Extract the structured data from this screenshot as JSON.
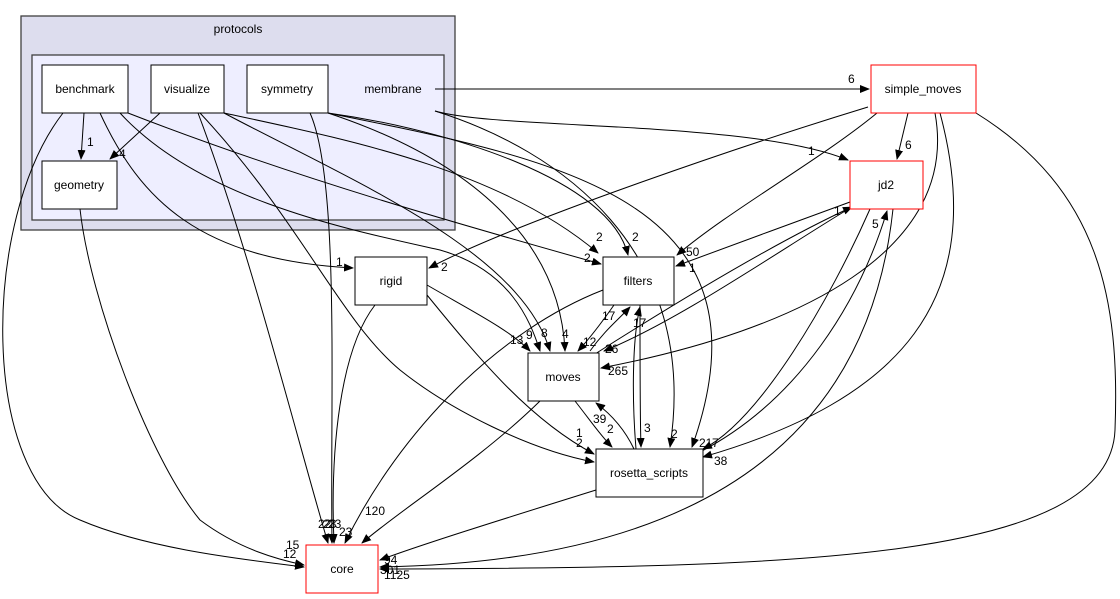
{
  "diagram": {
    "type": "directory-dependency-graph",
    "clusters": [
      {
        "id": "protocols",
        "label": "protocols"
      },
      {
        "id": "membrane",
        "label": "membrane"
      }
    ],
    "nodes": [
      {
        "id": "benchmark",
        "label": "benchmark",
        "highlight": false
      },
      {
        "id": "visualize",
        "label": "visualize",
        "highlight": false
      },
      {
        "id": "symmetry",
        "label": "symmetry",
        "highlight": false
      },
      {
        "id": "geometry",
        "label": "geometry",
        "highlight": false
      },
      {
        "id": "simple_moves",
        "label": "simple_moves",
        "highlight": true
      },
      {
        "id": "jd2",
        "label": "jd2",
        "highlight": true
      },
      {
        "id": "rigid",
        "label": "rigid",
        "highlight": false
      },
      {
        "id": "filters",
        "label": "filters",
        "highlight": false
      },
      {
        "id": "moves",
        "label": "moves",
        "highlight": false
      },
      {
        "id": "rosetta_scripts",
        "label": "rosetta_scripts",
        "highlight": false
      },
      {
        "id": "core",
        "label": "core",
        "highlight": true
      }
    ],
    "edges": [
      {
        "from": "membrane",
        "to": "simple_moves",
        "label": "6"
      },
      {
        "from": "benchmark",
        "to": "geometry",
        "label": "1"
      },
      {
        "from": "visualize",
        "to": "geometry",
        "label": "4"
      },
      {
        "from": "simple_moves",
        "to": "jd2",
        "label": "6"
      },
      {
        "from": "membrane",
        "to": "jd2",
        "label": "1"
      },
      {
        "from": "simple_moves",
        "to": "rigid",
        "label": "2"
      },
      {
        "from": "benchmark",
        "to": "rigid",
        "label": "1"
      },
      {
        "from": "benchmark",
        "to": "filters",
        "label": "2"
      },
      {
        "from": "visualize",
        "to": "filters",
        "label": "2"
      },
      {
        "from": "symmetry",
        "to": "filters",
        "label": "2"
      },
      {
        "from": "simple_moves",
        "to": "filters",
        "label": "50"
      },
      {
        "from": "jd2",
        "to": "filters",
        "label": "1"
      },
      {
        "from": "rigid",
        "to": "moves",
        "label": "13"
      },
      {
        "from": "benchmark",
        "to": "moves",
        "label": "9"
      },
      {
        "from": "visualize",
        "to": "moves",
        "label": "8"
      },
      {
        "from": "symmetry",
        "to": "moves",
        "label": "4"
      },
      {
        "from": "filters",
        "to": "moves",
        "label": "12"
      },
      {
        "from": "moves",
        "to": "filters",
        "label": "17"
      },
      {
        "from": "jd2",
        "to": "moves",
        "label": "26"
      },
      {
        "from": "simple_moves",
        "to": "moves",
        "label": "265"
      },
      {
        "from": "moves",
        "to": "jd2",
        "label": "1"
      },
      {
        "from": "rosetta_scripts",
        "to": "jd2",
        "label": "5"
      },
      {
        "from": "rosetta_scripts",
        "to": "filters",
        "label": "17"
      },
      {
        "from": "rigid",
        "to": "rosetta_scripts",
        "label": "1"
      },
      {
        "from": "visualize",
        "to": "rosetta_scripts",
        "label": "2"
      },
      {
        "from": "moves",
        "to": "rosetta_scripts",
        "label": "39"
      },
      {
        "from": "rosetta_scripts",
        "to": "moves",
        "label": "2"
      },
      {
        "from": "filters",
        "to": "rosetta_scripts",
        "label": "3"
      },
      {
        "from": "membrane",
        "to": "rosetta_scripts",
        "label": "2"
      },
      {
        "from": "symmetry",
        "to": "rosetta_scripts",
        "label": "21"
      },
      {
        "from": "jd2",
        "to": "rosetta_scripts",
        "label": "7"
      },
      {
        "from": "simple_moves",
        "to": "rosetta_scripts",
        "label": "38"
      },
      {
        "from": "benchmark",
        "to": "core",
        "label": "15"
      },
      {
        "from": "geometry",
        "to": "core",
        "label": "12"
      },
      {
        "from": "rigid",
        "to": "core",
        "label": "23"
      },
      {
        "from": "visualize",
        "to": "core",
        "label": "22"
      },
      {
        "from": "symmetry",
        "to": "core",
        "label": "23"
      },
      {
        "from": "filters",
        "to": "core",
        "label": "23"
      },
      {
        "from": "moves",
        "to": "core",
        "label": "120"
      },
      {
        "from": "rosetta_scripts",
        "to": "core",
        "label": "94"
      },
      {
        "from": "jd2",
        "to": "core",
        "label": "301"
      },
      {
        "from": "simple_moves",
        "to": "core",
        "label": "1125"
      }
    ]
  }
}
